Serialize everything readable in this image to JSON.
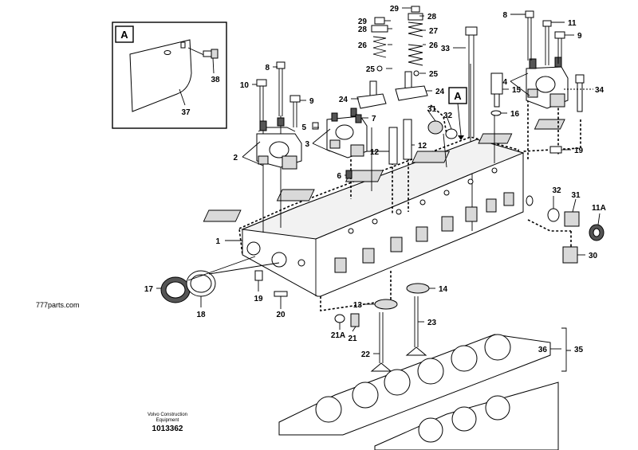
{
  "site": {
    "watermark": "777parts.com"
  },
  "footer": {
    "brand_line1": "Volvo Construction",
    "brand_line2": "Equipment",
    "drawing_number": "1013362"
  },
  "detail": {
    "inset_letter": "A",
    "head_marker": "A"
  },
  "labels": {
    "p1": "1",
    "p2": "2",
    "p3": "3",
    "p4": "4",
    "p5": "5",
    "p6": "6",
    "p7": "7",
    "p8a": "8",
    "p8b": "8",
    "p9a": "9",
    "p9b": "9",
    "p10": "10",
    "p11": "11",
    "p11a": "11A",
    "p12a": "12",
    "p12b": "12",
    "p13": "13",
    "p14": "14",
    "p15": "15",
    "p16": "16",
    "p17": "17",
    "p18": "18",
    "p19a": "19",
    "p19b": "19",
    "p20": "20",
    "p21": "21",
    "p21a": "21A",
    "p22": "22",
    "p23": "23",
    "p24a": "24",
    "p24b": "24",
    "p25a": "25",
    "p25b": "25",
    "p26a": "26",
    "p26b": "26",
    "p27": "27",
    "p28a": "28",
    "p28b": "28",
    "p29a": "29",
    "p29b": "29",
    "p30": "30",
    "p31a": "31",
    "p31b": "31",
    "p32a": "32",
    "p32b": "32",
    "p33": "33",
    "p34": "34",
    "p35": "35",
    "p36": "36",
    "p37": "37",
    "p38": "38"
  }
}
